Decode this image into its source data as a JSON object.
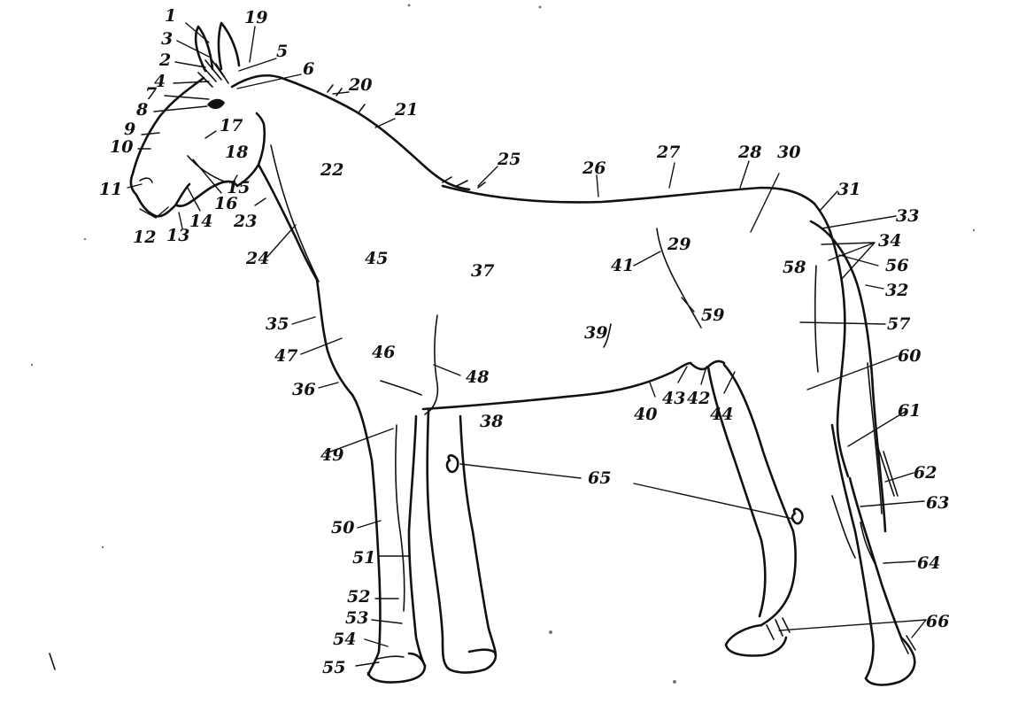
{
  "labels": [
    {
      "id": "1",
      "text": "1"
    },
    {
      "id": "2",
      "text": "2"
    },
    {
      "id": "3",
      "text": "3"
    },
    {
      "id": "4",
      "text": "4"
    },
    {
      "id": "5",
      "text": "5"
    },
    {
      "id": "6",
      "text": "6"
    },
    {
      "id": "7",
      "text": "7"
    },
    {
      "id": "8",
      "text": "8"
    },
    {
      "id": "9",
      "text": "9"
    },
    {
      "id": "10",
      "text": "10"
    },
    {
      "id": "11",
      "text": "11"
    },
    {
      "id": "12",
      "text": "12"
    },
    {
      "id": "13",
      "text": "13"
    },
    {
      "id": "14",
      "text": "14"
    },
    {
      "id": "15",
      "text": "15"
    },
    {
      "id": "16",
      "text": "16"
    },
    {
      "id": "17",
      "text": "17"
    },
    {
      "id": "18",
      "text": "18"
    },
    {
      "id": "19",
      "text": "19"
    },
    {
      "id": "20",
      "text": "20"
    },
    {
      "id": "21",
      "text": "21"
    },
    {
      "id": "22",
      "text": "22"
    },
    {
      "id": "23",
      "text": "23"
    },
    {
      "id": "24",
      "text": "24"
    },
    {
      "id": "25",
      "text": "25"
    },
    {
      "id": "26",
      "text": "26"
    },
    {
      "id": "27",
      "text": "27"
    },
    {
      "id": "28",
      "text": "28"
    },
    {
      "id": "29",
      "text": "29"
    },
    {
      "id": "30",
      "text": "30"
    },
    {
      "id": "31",
      "text": "31"
    },
    {
      "id": "32",
      "text": "32"
    },
    {
      "id": "33",
      "text": "33"
    },
    {
      "id": "34",
      "text": "34"
    },
    {
      "id": "35",
      "text": "35"
    },
    {
      "id": "36",
      "text": "36"
    },
    {
      "id": "37",
      "text": "37"
    },
    {
      "id": "38",
      "text": "38"
    },
    {
      "id": "39",
      "text": "39"
    },
    {
      "id": "40",
      "text": "40"
    },
    {
      "id": "41",
      "text": "41"
    },
    {
      "id": "42",
      "text": "42"
    },
    {
      "id": "43",
      "text": "43"
    },
    {
      "id": "44",
      "text": "44"
    },
    {
      "id": "45",
      "text": "45"
    },
    {
      "id": "46",
      "text": "46"
    },
    {
      "id": "47",
      "text": "47"
    },
    {
      "id": "48",
      "text": "48"
    },
    {
      "id": "49",
      "text": "49"
    },
    {
      "id": "50",
      "text": "50"
    },
    {
      "id": "51",
      "text": "51"
    },
    {
      "id": "52",
      "text": "52"
    },
    {
      "id": "53",
      "text": "53"
    },
    {
      "id": "54",
      "text": "54"
    },
    {
      "id": "55",
      "text": "55"
    },
    {
      "id": "56",
      "text": "56"
    },
    {
      "id": "57",
      "text": "57"
    },
    {
      "id": "58",
      "text": "58"
    },
    {
      "id": "59",
      "text": "59"
    },
    {
      "id": "60",
      "text": "60"
    },
    {
      "id": "61",
      "text": "61"
    },
    {
      "id": "62",
      "text": "62"
    },
    {
      "id": "63",
      "text": "63"
    },
    {
      "id": "64",
      "text": "64"
    },
    {
      "id": "65",
      "text": "65"
    },
    {
      "id": "66",
      "text": "66"
    }
  ]
}
